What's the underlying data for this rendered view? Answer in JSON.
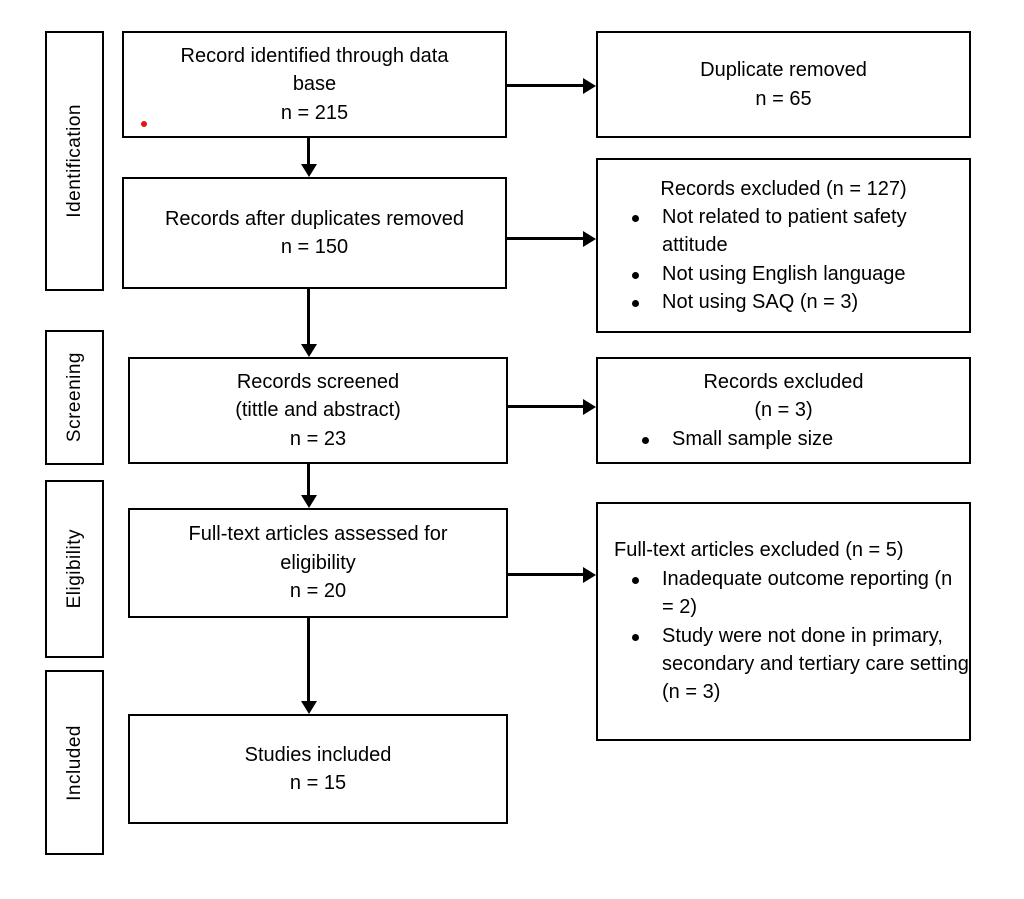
{
  "diagram": {
    "title": "PRISMA study selection flow diagram",
    "colors": {
      "border": "#000000",
      "text": "#000000",
      "background": "#ffffff",
      "annotation_dot": "#e8120e"
    },
    "stages": [
      {
        "id": "identification",
        "label": "Identification"
      },
      {
        "id": "screening",
        "label": "Screening"
      },
      {
        "id": "eligibility",
        "label": "Eligibility"
      },
      {
        "id": "included",
        "label": "Included"
      }
    ],
    "flow_nodes": [
      {
        "id": "records-identified",
        "stage": "identification",
        "column": "left",
        "lines": [
          "Record identified through data",
          "base",
          "n = 215"
        ],
        "count": 215
      },
      {
        "id": "duplicates-removed",
        "stage": "identification",
        "column": "right",
        "lines": [
          "Duplicate removed",
          "n = 65"
        ],
        "count": 65
      },
      {
        "id": "records-after-duplicates",
        "stage": "identification",
        "column": "left",
        "lines": [
          "Records after duplicates removed",
          "n = 150"
        ],
        "count": 150
      },
      {
        "id": "records-excluded-127",
        "stage": "identification",
        "column": "right",
        "heading": "Records excluded (n = 127)",
        "count": 127,
        "bullets": [
          "Not related to patient safety attitude",
          "Not using English language",
          "Not using SAQ (n = 3)"
        ]
      },
      {
        "id": "records-screened",
        "stage": "screening",
        "column": "left",
        "lines": [
          "Records screened",
          "(tittle and abstract)",
          "n = 23"
        ],
        "count": 23
      },
      {
        "id": "records-excluded-3",
        "stage": "screening",
        "column": "right",
        "heading": "Records excluded",
        "subheading": "(n = 3)",
        "count": 3,
        "bullets": [
          "Small sample size"
        ]
      },
      {
        "id": "fulltext-assessed",
        "stage": "eligibility",
        "column": "left",
        "lines": [
          "Full-text articles assessed for",
          "eligibility",
          "n = 20"
        ],
        "count": 20
      },
      {
        "id": "fulltext-excluded-5",
        "stage": "eligibility",
        "column": "right",
        "heading": "Full-text articles excluded (n = 5)",
        "count": 5,
        "bullets": [
          "Inadequate outcome reporting (n = 2)",
          "Study were not done in primary, secondary and tertiary care setting (n = 3)"
        ]
      },
      {
        "id": "studies-included",
        "stage": "included",
        "column": "left",
        "lines": [
          "Studies included",
          "n = 15"
        ],
        "count": 15
      }
    ],
    "connectors": [
      {
        "id": "identified-to-after-duplicates",
        "type": "vertical",
        "from": "records-identified",
        "to": "records-after-duplicates"
      },
      {
        "id": "identified-to-duplicates-removed",
        "type": "horizontal",
        "from": "records-identified",
        "to": "duplicates-removed"
      },
      {
        "id": "after-duplicates-to-screened",
        "type": "vertical",
        "from": "records-after-duplicates",
        "to": "records-screened"
      },
      {
        "id": "after-duplicates-to-excluded-127",
        "type": "horizontal",
        "from": "records-after-duplicates",
        "to": "records-excluded-127"
      },
      {
        "id": "screened-to-fulltext",
        "type": "vertical",
        "from": "records-screened",
        "to": "fulltext-assessed"
      },
      {
        "id": "screened-to-excluded-3",
        "type": "horizontal",
        "from": "records-screened",
        "to": "records-excluded-3"
      },
      {
        "id": "fulltext-to-included",
        "type": "vertical",
        "from": "fulltext-assessed",
        "to": "studies-included"
      },
      {
        "id": "fulltext-to-excluded-5",
        "type": "horizontal",
        "from": "fulltext-assessed",
        "to": "fulltext-excluded-5"
      }
    ],
    "annotations": [
      {
        "id": "red-dot-marker",
        "shape": "dot",
        "color": "#e8120e",
        "in_node": "records-identified"
      }
    ]
  }
}
